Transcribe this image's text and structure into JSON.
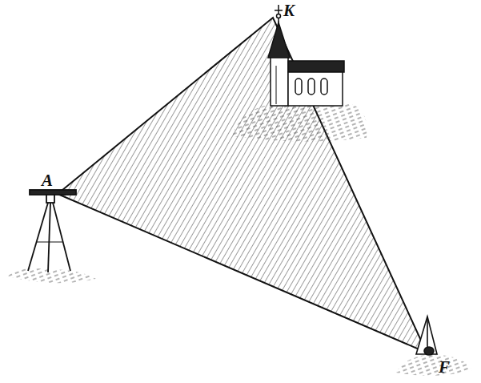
{
  "diagram": {
    "labels": [
      "K",
      "A",
      "F"
    ]
  }
}
